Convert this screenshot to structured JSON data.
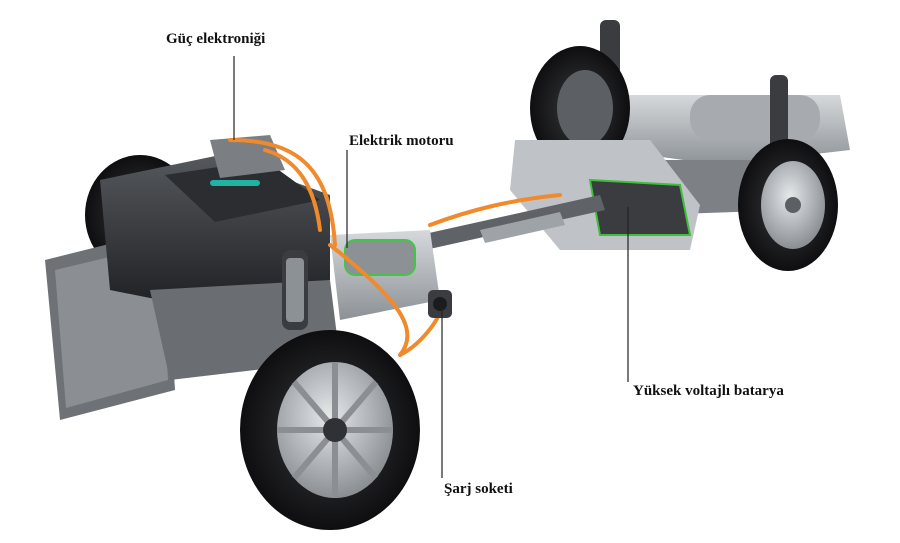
{
  "labels": {
    "power_electronics": "Güç elektroniği",
    "electric_motor": "Elektrik motoru",
    "high_voltage_battery": "Yüksek voltajlı batarya",
    "charging_socket": "Şarj soketi"
  },
  "colors": {
    "background": "#ffffff",
    "label_text": "#111111",
    "leader_line": "#222222",
    "hv_cable": "#f08a2c",
    "battery_outline": "#3fbf3a",
    "motor_accent": "#46c44a",
    "tire": "#1c1c1e",
    "rim": "#b9bcc0",
    "metal": "#9ea3a8",
    "engine": "#2b2d30"
  }
}
